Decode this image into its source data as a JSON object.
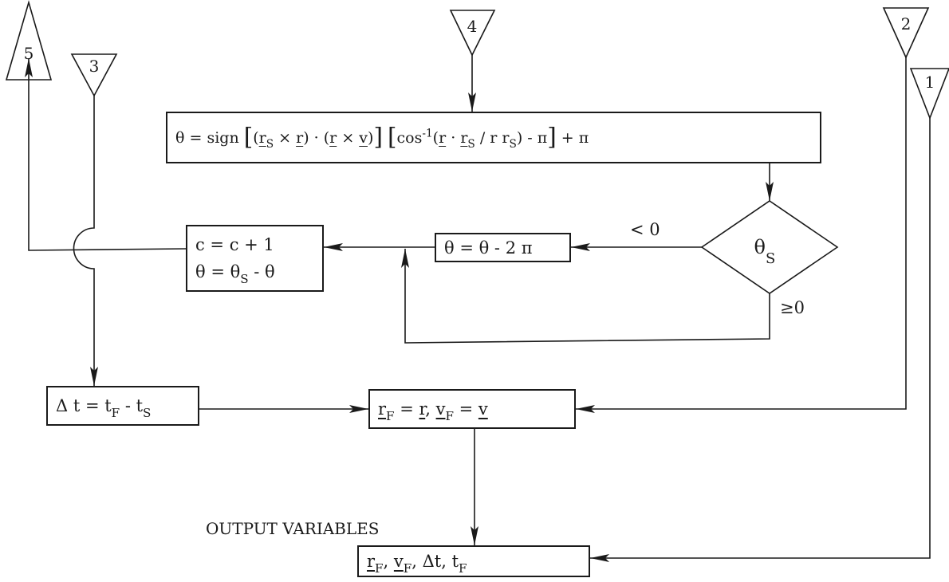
{
  "connectors": {
    "c1": "1",
    "c2": "2",
    "c3": "3",
    "c4": "4",
    "c5": "5"
  },
  "labels": {
    "lt_zero": "< 0",
    "ge_zero": "≥0",
    "output_variables": "OUTPUT VARIABLES"
  },
  "formula": {
    "theta": "θ",
    "eq": " = sign ",
    "r": "r",
    "S": "S",
    "x": "×",
    "v": "v",
    "dot": "·",
    "cos": "cos",
    "inv": "-1",
    "slash_r": " / r r",
    "minus_pi": " - π",
    "plus_pi": " + π"
  },
  "decision": {
    "theta": "θ",
    "sub": "S"
  },
  "update_box": {
    "lhs": "θ",
    "rhs": "=  θ - 2 π"
  },
  "counter_box": {
    "line1": "c  =  c + 1",
    "line2_a": "θ  =  θ",
    "line2_sub": "S",
    "line2_b": " -  θ"
  },
  "delta_box": {
    "a": "Δ t = t",
    "sub_f": "F",
    "b": " - t",
    "sub_s": "S"
  },
  "assign_box": {
    "r": "r",
    "sub_f": "F",
    "eq_r": "  =  ",
    "comma": ",  ",
    "v": "v",
    "eq_v": "  =  "
  },
  "output_box": {
    "r": "r",
    "sub_f": "F",
    "sep": ",  ",
    "v": "v",
    "dt": "Δt",
    "t": "t"
  }
}
